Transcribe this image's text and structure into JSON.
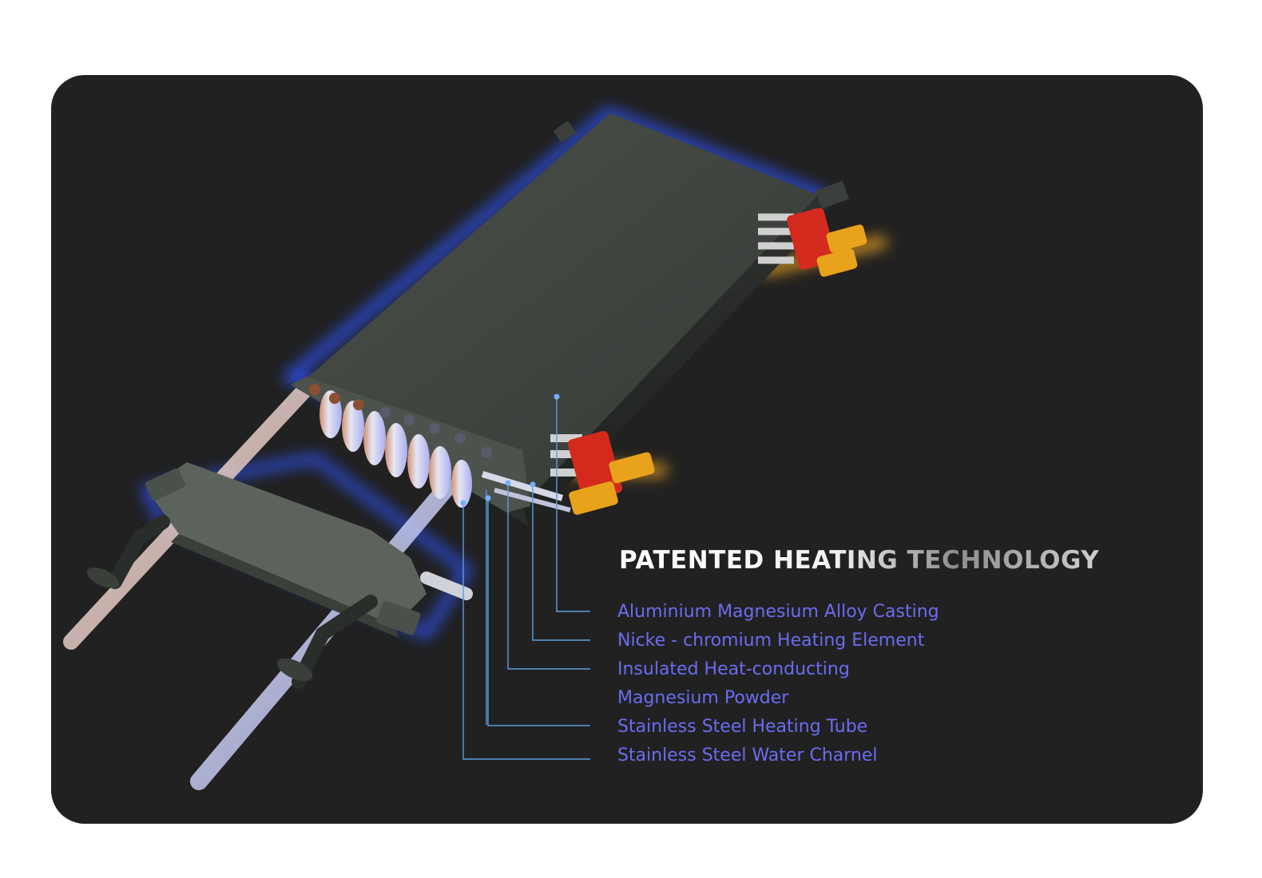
{
  "heading": "PATENTED HEATING TECHNOLOGY",
  "components": [
    "Aluminium Magnesium Alloy Casting",
    "Nicke - chromium Heating Element",
    "Insulated Heat-conducting",
    "Magnesium Powder",
    "Stainless Steel Heating Tube",
    "Stainless Steel Water Charnel"
  ],
  "colors": {
    "card_background": "#212121",
    "label_text": "#6b6cf2",
    "leader_line": "#5a9fe0",
    "glow": "#2f55ff",
    "casing": "#3d423d",
    "terminal_red": "#d42a1e",
    "terminal_gold": "#e8a21b"
  }
}
